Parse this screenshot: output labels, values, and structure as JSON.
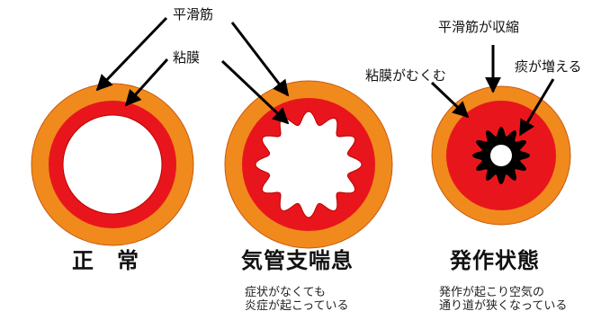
{
  "labels": {
    "smooth_muscle": "平滑筋",
    "mucosa": "粘膜",
    "smooth_muscle_contracts": "平滑筋が収縮",
    "mucosa_swells": "粘膜がむくむ",
    "phlegm_increases": "痰が増える"
  },
  "panels": [
    {
      "title": "正　常",
      "note": ""
    },
    {
      "title": "気管支喘息",
      "note": "症状がなくても\n炎症が起こっている"
    },
    {
      "title": "発作状態",
      "note": "発作が起こり空気の\n通り道が狭くなっている"
    }
  ],
  "colors": {
    "outer_ring": "#f08a1c",
    "mucosa": "#e8161c",
    "lumen": "#ffffff",
    "phlegm": "#000000",
    "arrow": "#000000"
  }
}
